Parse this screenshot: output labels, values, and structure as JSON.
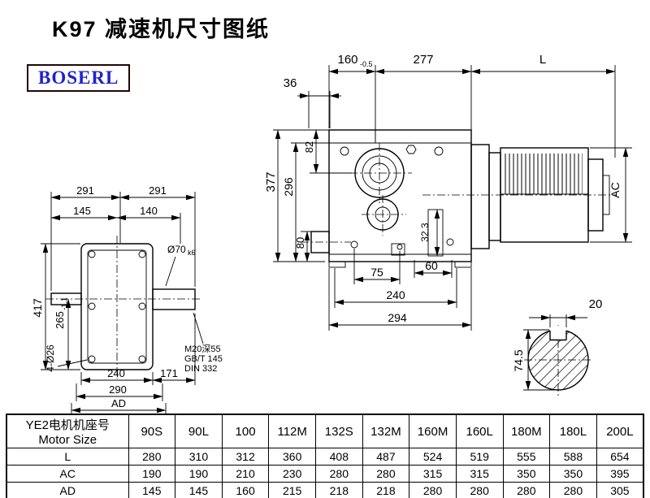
{
  "page": {
    "title": "K97 减速机尺寸图纸",
    "logo": "BOSERL"
  },
  "side_view": {
    "d160": "160",
    "d160_tol": "-0.5",
    "d277": "277",
    "dL": "L",
    "d36": "36",
    "d82": "82",
    "d377": "377",
    "d296": "296",
    "d80": "80",
    "d32": "32.3",
    "d75": "75",
    "d60": "60",
    "d240": "240",
    "d294": "294",
    "dAC": "AC"
  },
  "front_view": {
    "d291a": "291",
    "d291b": "291",
    "d145": "145",
    "d140": "140",
    "d417": "417",
    "d265": "265",
    "d265_tol": "-1.1",
    "shaft_dia": "Ø70",
    "shaft_tol": "k6",
    "holes": "4-Ø26",
    "d240": "240",
    "d171": "171",
    "d290": "290",
    "dAD": "AD",
    "note1": "M20深55",
    "note2": "GB/T 145",
    "note3": "DIN 332"
  },
  "shaft_section": {
    "d20": "20",
    "d74": "74.5"
  },
  "table": {
    "header_line1": "YE2电机机座号",
    "header_line2": "Motor Size",
    "columns": [
      "90S",
      "90L",
      "100",
      "112M",
      "132S",
      "132M",
      "160M",
      "160L",
      "180M",
      "180L",
      "200L"
    ],
    "rows": [
      {
        "label": "L",
        "values": [
          "280",
          "310",
          "312",
          "360",
          "408",
          "487",
          "524",
          "519",
          "555",
          "588",
          "654"
        ]
      },
      {
        "label": "AC",
        "values": [
          "190",
          "190",
          "210",
          "230",
          "280",
          "280",
          "315",
          "315",
          "350",
          "350",
          "395"
        ]
      },
      {
        "label": "AD",
        "values": [
          "145",
          "145",
          "160",
          "215",
          "218",
          "218",
          "280",
          "280",
          "280",
          "280",
          "305"
        ]
      }
    ]
  }
}
